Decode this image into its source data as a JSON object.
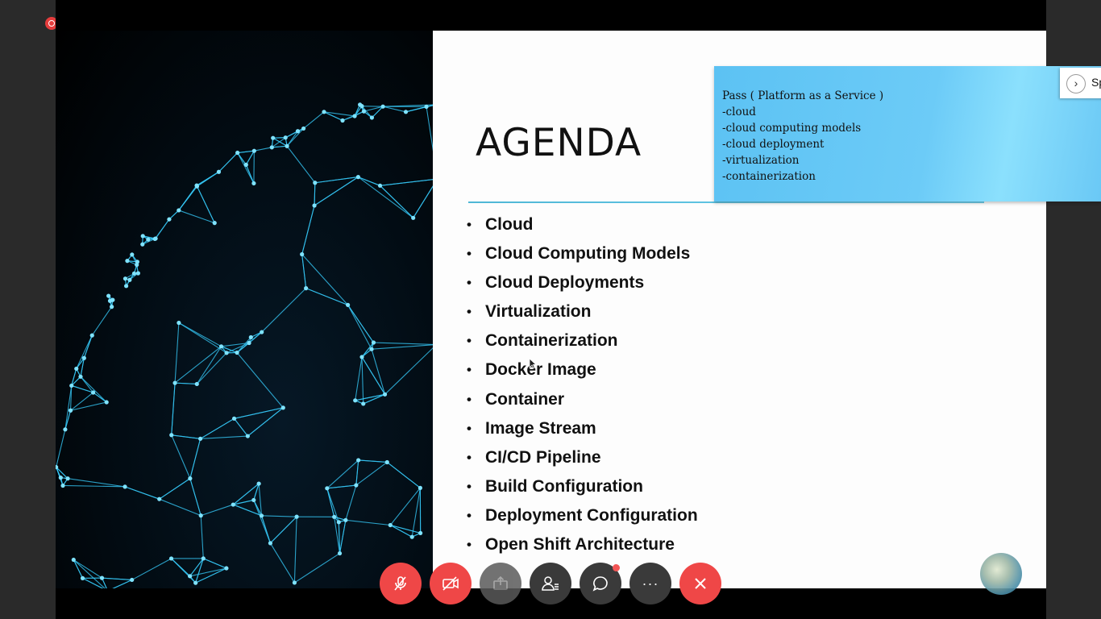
{
  "slide": {
    "title": "AGENDA",
    "items": [
      "Cloud",
      "Cloud Computing Models",
      "Cloud Deployments",
      "Virtualization",
      "Containerization",
      "Docker Image",
      "Container",
      "Image Stream",
      "CI/CD Pipeline",
      "Build Configuration",
      "Deployment Configuration",
      "Open Shift Architecture"
    ],
    "bullet": "•"
  },
  "note": {
    "lines": [
      "Pass ( Platform as a Service )",
      "-cloud",
      "-cloud computing models",
      "-cloud deployment",
      "-virtualization",
      "-containerization"
    ]
  },
  "side_panel": {
    "toggle_glyph": "›",
    "label": "Sp"
  },
  "toolbar": {
    "buttons": [
      {
        "name": "mute-button",
        "icon": "muted-microphone-icon",
        "color": "#ef4747"
      },
      {
        "name": "video-button",
        "icon": "video-off-icon",
        "color": "#ef4747"
      },
      {
        "name": "share-button",
        "icon": "share-icon",
        "color": "#5a5a5a"
      },
      {
        "name": "participants-button",
        "icon": "participants-icon",
        "color": "#3a3a3a"
      },
      {
        "name": "chat-button",
        "icon": "chat-icon",
        "color": "#3a3a3a"
      },
      {
        "name": "more-options-button",
        "icon": "more-icon",
        "color": "#3a3a3a"
      },
      {
        "name": "leave-meeting-button",
        "icon": "close-icon",
        "color": "#ef4747"
      }
    ],
    "more_glyph": "···"
  },
  "colors": {
    "accent_red": "#ef4747",
    "note_blue": "#6ccbf7",
    "globe_line": "#35c6f4"
  }
}
